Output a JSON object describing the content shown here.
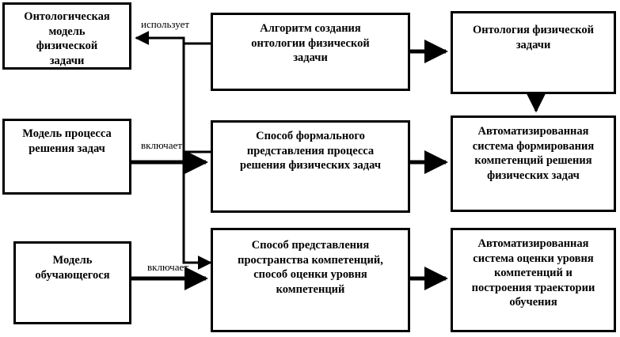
{
  "diagram": {
    "title": "",
    "language": "ru",
    "stroke_color": "#000000",
    "background_color": "#ffffff",
    "nodes": [
      {
        "id": "ontology-model",
        "label": "Онтологическая\nмодель\nфизической\nзадачи",
        "column": "left",
        "row": 1
      },
      {
        "id": "process-model",
        "label": "Модель процесса\nрешения задач",
        "column": "left",
        "row": 2
      },
      {
        "id": "learner-model",
        "label": "Модель\nобучающегося",
        "column": "left",
        "row": 3
      },
      {
        "id": "algorithm",
        "label": "Алгоритм создания\nонтологии физической\nзадачи",
        "column": "middle",
        "row": 1
      },
      {
        "id": "formal-method",
        "label": "Способ формального\nпредставления процесса\nрешения физических задач",
        "column": "middle",
        "row": 2
      },
      {
        "id": "competency-method",
        "label": "Способ представления\nпространства  компетенций,\nспособ оценки уровня\nкомпетенций",
        "column": "middle",
        "row": 3
      },
      {
        "id": "ontology-result",
        "label": "Онтология физической\nзадачи",
        "column": "right",
        "row": 1
      },
      {
        "id": "auto-formation",
        "label": "Автоматизированная\nсистема формирования\nкомпетенций решения\nфизических задач",
        "column": "right",
        "row": 2
      },
      {
        "id": "auto-assessment",
        "label": "Автоматизированная\nсистема оценки уровня\nкомпетенций и\nпостроения траектории\nобучения",
        "column": "right",
        "row": 3
      }
    ],
    "edges": [
      {
        "id": "uses",
        "label": "использует",
        "from": "algorithm",
        "to": "ontology-model"
      },
      {
        "id": "includes-1",
        "label": "включает",
        "from": "process-model",
        "to": "formal-method"
      },
      {
        "id": "includes-2",
        "label": "включает",
        "from": "learner-model",
        "to": "competency-method"
      },
      {
        "id": "alg-to-ont",
        "label": "",
        "from": "algorithm",
        "to": "ontology-result"
      },
      {
        "id": "ont-to-sys",
        "label": "",
        "from": "ontology-result",
        "to": "auto-formation"
      },
      {
        "id": "formal-to-sys",
        "label": "",
        "from": "formal-method",
        "to": "auto-formation"
      },
      {
        "id": "comp-to-sys",
        "label": "",
        "from": "competency-method",
        "to": "auto-assessment"
      },
      {
        "id": "ont-model-feed-2",
        "label": "",
        "from": "ontology-model",
        "to": "formal-method"
      },
      {
        "id": "ont-model-feed-3",
        "label": "",
        "from": "ontology-model",
        "to": "competency-method"
      }
    ]
  }
}
